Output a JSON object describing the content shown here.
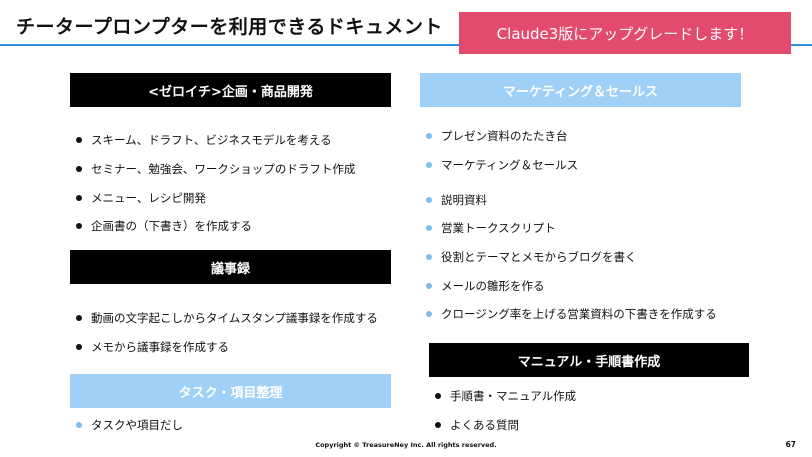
{
  "title": "チータープロンプターを利用できるドキュメント",
  "badge": "Claude3版にアップグレードします！",
  "sections": {
    "planning": {
      "header": "<ゼロイチ>企画・商品開発",
      "items": [
        "スキーム、ドラフト、ビジネスモデルを考える",
        "セミナー、勉強会、ワークショップのドラフト作成",
        "メニュー、レシピ開発",
        "企画書の（下書き）を作成する"
      ]
    },
    "minutes": {
      "header": "議事録",
      "items": [
        "動画の文字起こしからタイムスタンプ議事録を作成する",
        "メモから議事録を作成する"
      ]
    },
    "tasks": {
      "header": "タスク・項目整理",
      "items": [
        "タスクや項目だし"
      ]
    },
    "marketing": {
      "header": "マーケティング＆セールス",
      "items": [
        "プレゼン資料のたたき台",
        "マーケティング＆セールス",
        "説明資料",
        "営業トークスクリプト",
        "役割とテーマとメモからブログを書く",
        "メールの雛形を作る",
        "クロージング率を上げる営業資料の下書きを作成する"
      ]
    },
    "manual": {
      "header": "マニュアル・手順書作成",
      "items": [
        "手順書・マニュアル作成",
        "よくある質問"
      ]
    }
  },
  "footer": "Copyright © TreasureNey Inc. All rights reserved.",
  "page_number": "67",
  "colors": {
    "accent_blue": "#2f8fd8",
    "badge": "#e24a6e",
    "light_header": "#9fd0f7",
    "light_bullet": "#7bbff0",
    "dark": "#000000"
  }
}
